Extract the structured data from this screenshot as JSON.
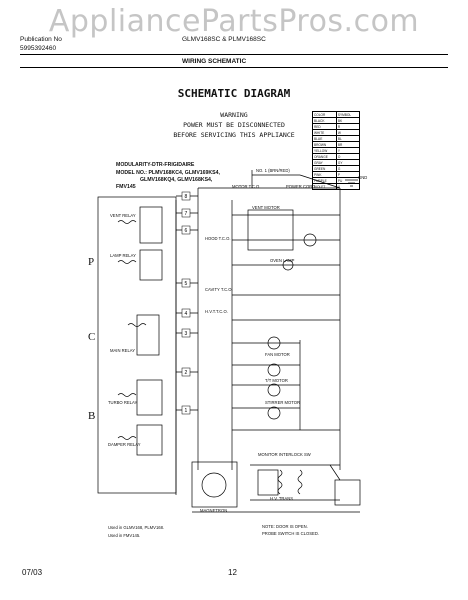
{
  "watermark": "AppliancePartsPros.com",
  "header": {
    "publication_label": "Publication No",
    "publication_number": "5995392460",
    "models": "GLMV168SC & PLMV168SC",
    "section": "WIRING SCHEMATIC"
  },
  "diagram": {
    "title": "SCHEMATIC DIAGRAM",
    "warning": [
      "WARNING",
      "POWER MUST BE DISCONNECTED",
      "BEFORE SERVICING THIS APPLIANCE"
    ],
    "modularity_title": "MODULARITY-DTR-FRIGIDAIRE",
    "model_lines": [
      "MODEL NO.: PLMV168KC4, GLMV169KS4,",
      "GLMV168KQ4, GLMV168KS4,",
      "FMV145"
    ],
    "section_labels": [
      "P",
      "C",
      "B"
    ],
    "terminals": [
      "8",
      "7",
      "6",
      "5",
      "4",
      "3",
      "2",
      "1"
    ],
    "notes": [
      "Used in GLMV168, PLMV168.",
      "Used in FMV145."
    ],
    "note_text": [
      "NOTE: DOOR IS OPEN.",
      "PROBE SWITCH IS CLOSED."
    ],
    "component_labels": {
      "power_cord": "POWER CORD",
      "fuse": "NO. 1 (BRN/RED)",
      "motor_tco": "MOTOR T.C.O.",
      "vent_motor": "VENT MOTOR",
      "hood_tco": "HOOD T.C.O.",
      "oven_light": "OVEN LAMP",
      "cavity_tco": "CAVITY T.C.O.",
      "h_vt_tco": "H.V.T.T.C.O.",
      "fan_motor": "FAN MOTOR",
      "turntable": "T/T MOTOR",
      "stirrer": "STIRRER MOTOR",
      "magnetron": "MAGNETRON",
      "hv_trans": "H.V. TRANS",
      "monitor": "MONITOR INTERLOCK SW",
      "ground": "GND",
      "vent_relay": "VENT RELAY",
      "lamp_relay": "LAMP RELAY",
      "main_relay": "MAIN RELAY",
      "turbo_relay": "TURBO RELAY",
      "damper_relay": "DAMPER RELAY"
    },
    "color_table": [
      [
        "COLOR",
        "SYMBOL"
      ],
      [
        "BLACK",
        "BK"
      ],
      [
        "RED",
        "R"
      ],
      [
        "WHITE",
        "W"
      ],
      [
        "BLUE",
        "BL"
      ],
      [
        "BROWN",
        "BR"
      ],
      [
        "YELLOW",
        "Y"
      ],
      [
        "ORANGE",
        "O"
      ],
      [
        "GRAY",
        "GY"
      ],
      [
        "GREEN",
        "G"
      ],
      [
        "PINK",
        "P"
      ],
      [
        "PURPLE",
        "PU"
      ],
      [
        "VIOLET",
        "V"
      ]
    ]
  },
  "footer": {
    "date": "07/03",
    "page": "12"
  }
}
